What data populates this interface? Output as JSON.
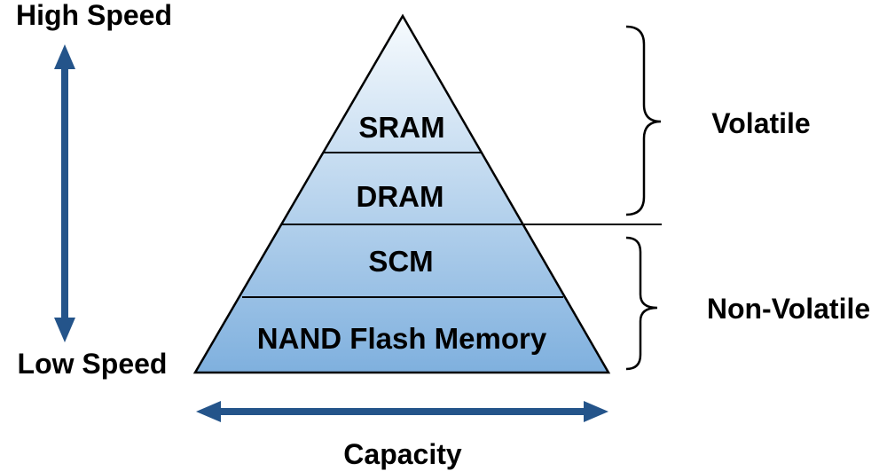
{
  "axes": {
    "speed_top": "High Speed",
    "speed_bottom": "Low Speed",
    "capacity": "Capacity"
  },
  "tiers": [
    {
      "label": "SRAM"
    },
    {
      "label": "DRAM"
    },
    {
      "label": "SCM"
    },
    {
      "label": "NAND Flash Memory"
    }
  ],
  "groups": {
    "volatile": "Volatile",
    "non_volatile": "Non-Volatile"
  },
  "colors": {
    "pyramid_top": "#f7fbfe",
    "pyramid_bottom": "#7fb0de",
    "arrow": "#24548a",
    "outline": "#000000"
  }
}
